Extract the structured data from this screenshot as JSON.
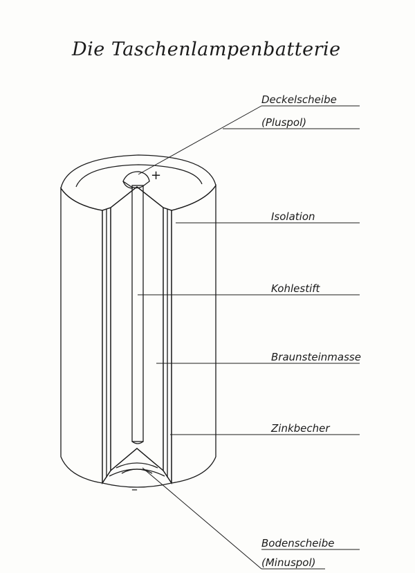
{
  "title": "Die Taschenlampenbatterie",
  "labels": {
    "deckelscheibe": "Deckelscheibe",
    "pluspol": "(Pluspol)",
    "isolation": "Isolation",
    "kohlestift": "Kohlestift",
    "braunsteinmasse": "Braunsteinmasse",
    "zinkbecher": "Zinkbecher",
    "bodenscheibe": "Bodenscheibe",
    "minuspol": "(Minuspol)"
  },
  "signs": {
    "plus": "+",
    "minus": "–"
  }
}
